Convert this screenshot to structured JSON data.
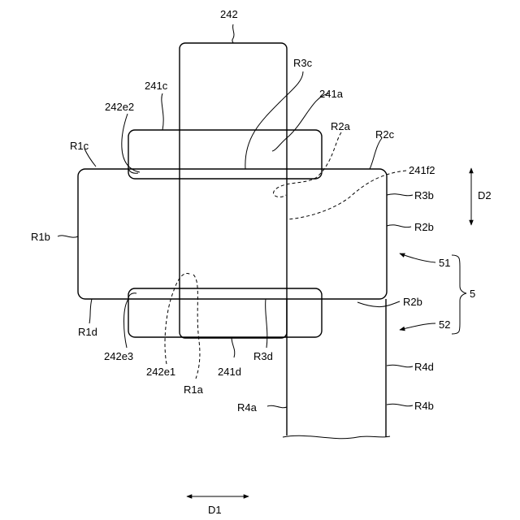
{
  "labels": {
    "l242": "242",
    "l241c": "241c",
    "l242e2": "242e2",
    "l241a": "241a",
    "lR3c": "R3c",
    "lR2a": "R2a",
    "lR2c": "R2c",
    "lR1c": "R1c",
    "l241f2": "241f2",
    "lR3b": "R3b",
    "lD2": "D2",
    "lR2b_top": "R2b",
    "lR1b": "R1b",
    "l51": "51",
    "l5": "5",
    "lR2b_bottom": "R2b",
    "l52": "52",
    "lR1d": "R1d",
    "l242e3": "242e3",
    "l242e1": "242e1",
    "l241d": "241d",
    "lR3d": "R3d",
    "lR1a": "R1a",
    "lR4d": "R4d",
    "lR4a": "R4a",
    "lR4b": "R4b",
    "lD1": "D1"
  }
}
